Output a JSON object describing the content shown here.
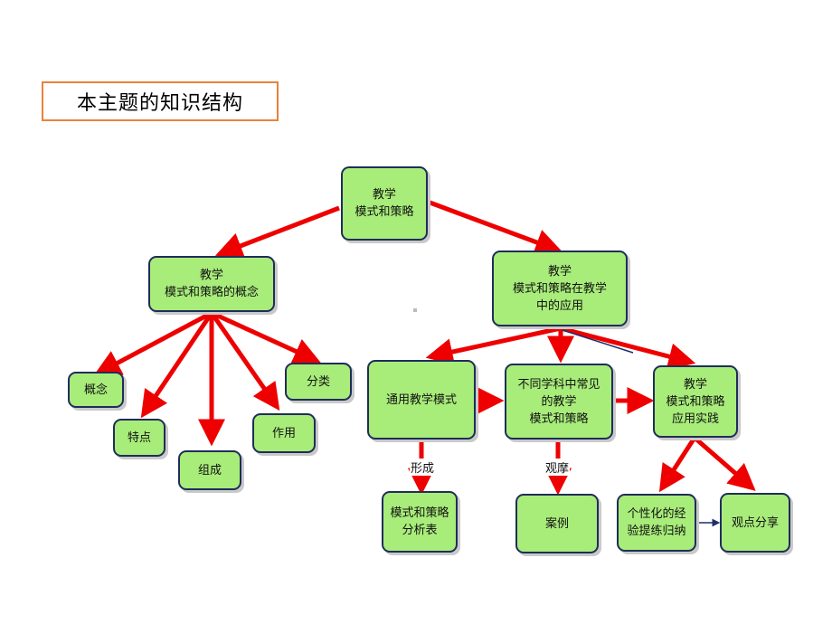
{
  "title": "本主题的知识结构",
  "nodes": {
    "root": "教学\n模式和策略",
    "concept": "教学\n模式和策略的概念",
    "application": "教学\n模式和策略在教学\n中的应用",
    "gainian": "概念",
    "tedian": "特点",
    "zucheng": "组成",
    "zuoyong": "作用",
    "fenlei": "分类",
    "general": "通用教学模式",
    "subjects": "不同学科中常见\n的教学\n模式和策略",
    "practice": "教学\n模式和策略\n应用实践",
    "table": "模式和策略\n分析表",
    "cases": "案例",
    "experience": "个性化的经\n验提练归纳",
    "sharing": "观点分享"
  },
  "edge_labels": {
    "form": "形成",
    "observe": "观摩"
  },
  "colors": {
    "node_fill": "#a8ec7a",
    "node_border": "#1f2d5a",
    "arrow_red": "#ee0000",
    "arrow_navy": "#1f2d6a",
    "title_border": "#e8833a"
  }
}
